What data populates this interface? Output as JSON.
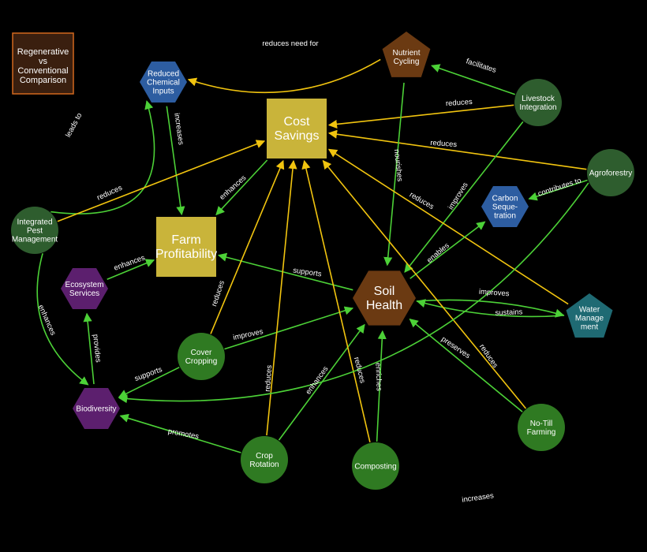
{
  "title_box": {
    "lines": [
      "Regenerative",
      "vs",
      "Conventional",
      "Comparison"
    ]
  },
  "colors": {
    "green_edge": "#4cd137",
    "yellow_edge": "#f1c40f",
    "green_node": "#2f7a22",
    "dark_green_node": "#2e5d2e",
    "blue_node": "#2d5da1",
    "brown_node": "#6b3a12",
    "purple_node": "#5c1f6e",
    "teal_node": "#1f6a73",
    "gold_box": "#c9b43a",
    "title_box": "#3a1f0f",
    "title_border": "#d2691e"
  },
  "nodes": [
    {
      "id": "cost",
      "lines": [
        "Cost",
        "Savings"
      ]
    },
    {
      "id": "farm",
      "lines": [
        "Farm",
        "Profitability"
      ]
    },
    {
      "id": "soil",
      "lines": [
        "Soil",
        "Health"
      ]
    },
    {
      "id": "nutrient",
      "lines": [
        "Nutrient",
        "Cycling"
      ]
    },
    {
      "id": "reduced",
      "lines": [
        "Reduced",
        "Chemical",
        "Inputs"
      ]
    },
    {
      "id": "livestock",
      "lines": [
        "Livestock",
        "Integration"
      ]
    },
    {
      "id": "agro",
      "lines": [
        "Agroforestry"
      ]
    },
    {
      "id": "carbon",
      "lines": [
        "Carbon",
        "Seque-",
        "tration"
      ]
    },
    {
      "id": "ipm",
      "lines": [
        "Integrated",
        "Pest",
        "Management"
      ]
    },
    {
      "id": "eco",
      "lines": [
        "Ecosystem",
        "Services"
      ]
    },
    {
      "id": "water",
      "lines": [
        "Water",
        "Manage",
        "ment"
      ]
    },
    {
      "id": "cover",
      "lines": [
        "Cover",
        "Cropping"
      ]
    },
    {
      "id": "bio",
      "lines": [
        "Biodiversity"
      ]
    },
    {
      "id": "notill",
      "lines": [
        "No-Till",
        "Farming"
      ]
    },
    {
      "id": "crop",
      "lines": [
        "Crop",
        "Rotation"
      ]
    },
    {
      "id": "compost",
      "lines": [
        "Composting"
      ]
    }
  ],
  "edges": [
    {
      "from": "nutrient",
      "to": "reduced",
      "label": "reduces need for",
      "color": "yellow"
    },
    {
      "from": "livestock",
      "to": "nutrient",
      "label": "facilitates",
      "color": "green"
    },
    {
      "from": "livestock",
      "to": "cost",
      "label": "reduces",
      "color": "yellow"
    },
    {
      "from": "agro",
      "to": "cost",
      "label": "reduces",
      "color": "yellow"
    },
    {
      "from": "ipm",
      "to": "reduced",
      "label": "leads to",
      "color": "green"
    },
    {
      "from": "reduced",
      "to": "farm",
      "label": "increases",
      "color": "green"
    },
    {
      "from": "ipm",
      "to": "cost",
      "label": "reduces",
      "color": "yellow"
    },
    {
      "from": "cost",
      "to": "farm",
      "label": "enhances",
      "color": "green"
    },
    {
      "from": "nutrient",
      "to": "soil",
      "label": "nourishes",
      "color": "green"
    },
    {
      "from": "livestock",
      "to": "soil",
      "label": "improves",
      "color": "green"
    },
    {
      "from": "water",
      "to": "cost",
      "label": "reduces",
      "color": "yellow"
    },
    {
      "from": "agro",
      "to": "carbon",
      "label": "contributes to",
      "color": "green"
    },
    {
      "from": "soil",
      "to": "carbon",
      "label": "enables",
      "color": "green"
    },
    {
      "from": "eco",
      "to": "farm",
      "label": "enhances",
      "color": "green"
    },
    {
      "from": "soil",
      "to": "farm",
      "label": "supports",
      "color": "green"
    },
    {
      "from": "soil",
      "to": "water",
      "label": "improves",
      "color": "green"
    },
    {
      "from": "water",
      "to": "soil",
      "label": "sustains",
      "color": "green"
    },
    {
      "from": "ipm",
      "to": "bio",
      "label": "enhances",
      "color": "green"
    },
    {
      "from": "bio",
      "to": "eco",
      "label": "provides",
      "color": "green"
    },
    {
      "from": "cover",
      "to": "cost",
      "label": "reduces",
      "color": "yellow"
    },
    {
      "from": "cover",
      "to": "soil",
      "label": "improves",
      "color": "green"
    },
    {
      "from": "notill",
      "to": "soil",
      "label": "preserves",
      "color": "green"
    },
    {
      "from": "notill",
      "to": "cost",
      "label": "reduces",
      "color": "yellow"
    },
    {
      "from": "cover",
      "to": "bio",
      "label": "supports",
      "color": "green"
    },
    {
      "from": "crop",
      "to": "cost",
      "label": "reduces",
      "color": "yellow"
    },
    {
      "from": "crop",
      "to": "soil",
      "label": "enhances",
      "color": "green"
    },
    {
      "from": "compost",
      "to": "cost",
      "label": "reduces",
      "color": "yellow"
    },
    {
      "from": "compost",
      "to": "soil",
      "label": "enriches",
      "color": "green"
    },
    {
      "from": "crop",
      "to": "bio",
      "label": "promotes",
      "color": "green"
    },
    {
      "from": "agro",
      "to": "bio",
      "label": "increases",
      "color": "green"
    }
  ]
}
